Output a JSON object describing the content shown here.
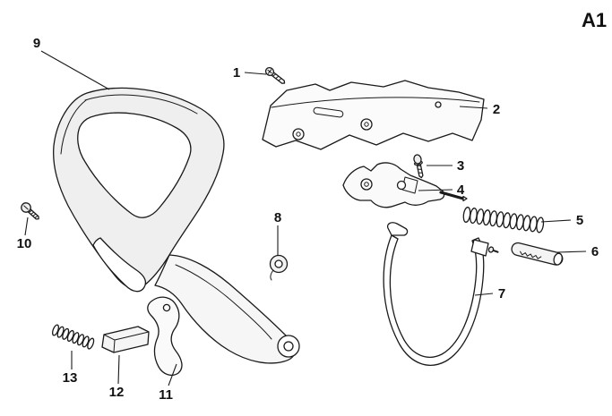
{
  "sheet": {
    "label": "A1",
    "background": "#ffffff",
    "ink_color": "#1a1a1a",
    "shade_light": "#efefef",
    "shade_lighter": "#f6f6f6"
  },
  "callouts": [
    {
      "label": "1"
    },
    {
      "label": "2"
    },
    {
      "label": "3"
    },
    {
      "label": "4"
    },
    {
      "label": "5"
    },
    {
      "label": "6"
    },
    {
      "label": "7"
    },
    {
      "label": "8"
    },
    {
      "label": "9"
    },
    {
      "label": "10"
    },
    {
      "label": "11"
    },
    {
      "label": "12"
    },
    {
      "label": "13"
    }
  ]
}
